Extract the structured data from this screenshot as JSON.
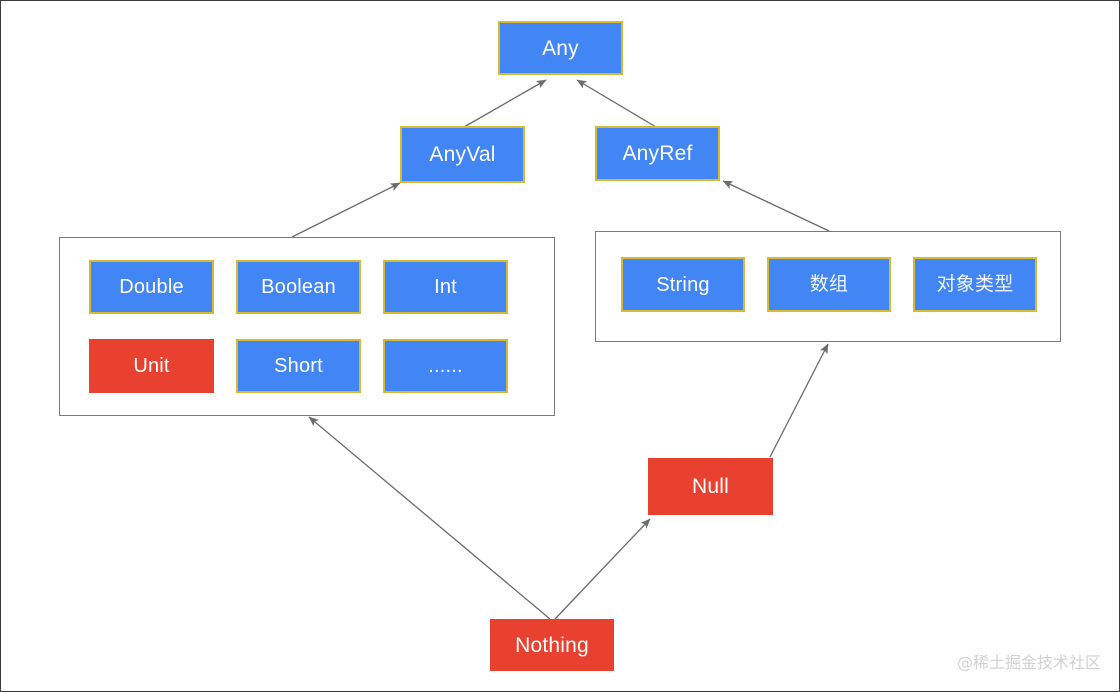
{
  "diagram": {
    "title": "Scala type hierarchy",
    "colors": {
      "blue_fill": "#4285f4",
      "blue_border": "#d6b935",
      "red_fill": "#e8412f",
      "group_border": "#7a7a7a",
      "arrow": "#6b6b6b",
      "text": "#ffffff",
      "watermark": "#d2d2d2",
      "background": "#ffffff"
    },
    "nodes": {
      "any": "Any",
      "anyval": "AnyVal",
      "anyref": "AnyRef",
      "double": "Double",
      "boolean": "Boolean",
      "int": "Int",
      "unit": "Unit",
      "short": "Short",
      "ellipsis": "......",
      "string": "String",
      "array_cn": "数组",
      "object_type_cn": "对象类型",
      "null": "Null",
      "nothing": "Nothing"
    },
    "groups": {
      "anyval_group_label": "AnyVal subtypes group",
      "anyref_group_label": "AnyRef subtypes group"
    },
    "edges": [
      {
        "from": "AnyVal",
        "to": "Any"
      },
      {
        "from": "AnyRef",
        "to": "Any"
      },
      {
        "from": "AnyVal subtypes group",
        "to": "AnyVal"
      },
      {
        "from": "AnyRef subtypes group",
        "to": "AnyRef"
      },
      {
        "from": "Null",
        "to": "AnyRef subtypes group"
      },
      {
        "from": "Nothing",
        "to": "AnyVal subtypes group"
      },
      {
        "from": "Nothing",
        "to": "Null"
      }
    ]
  },
  "watermark": {
    "text": "@稀土掘金技术社区"
  }
}
